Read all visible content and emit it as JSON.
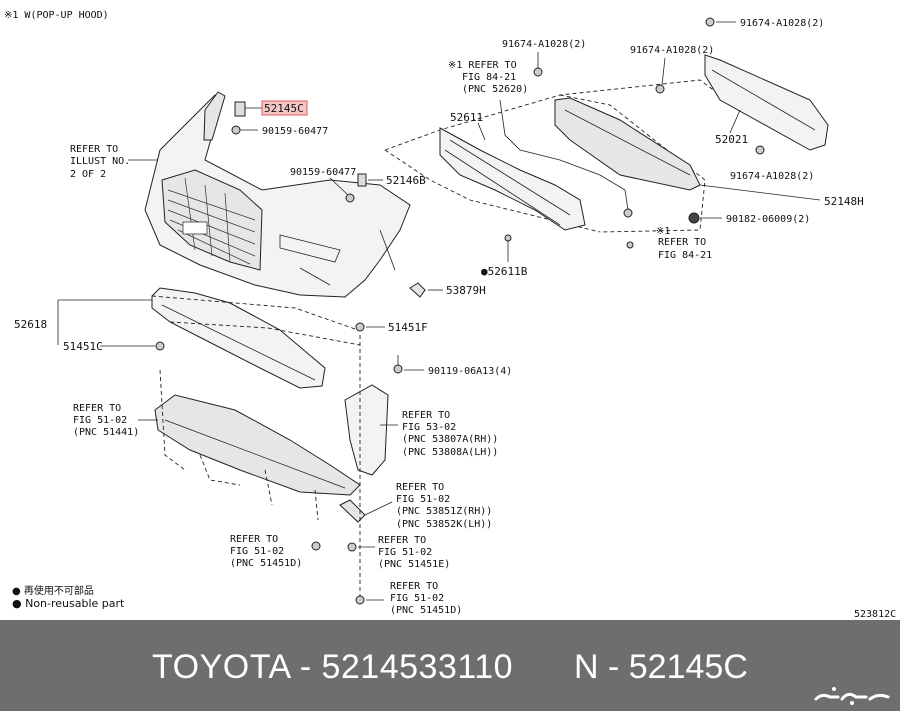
{
  "diagram": {
    "note_top": "※1 W(POP-UP HOOD)",
    "diagram_code": "523812C",
    "legend": {
      "line1": "● 再使用不可部品",
      "line2": "● Non-reusable part"
    },
    "labels": {
      "p91674_top": "91674-A1028(2)",
      "p91674_mid": "91674-A1028(2)",
      "p91674_left": "91674-A1028(2)",
      "p91674_low": "91674-A1028(2)",
      "refer_84_top_1": "※1 REFER TO",
      "refer_84_top_2": "FIG 84-21",
      "refer_84_top_3": "(PNC 52620)",
      "p52021": "52021",
      "p52611": "52611",
      "p52145c": "52145C",
      "p90159_top": "90159-60477",
      "refer_illust_1": "REFER TO",
      "refer_illust_2": "ILLUST NO.",
      "refer_illust_3": "2 OF 2",
      "p90159_mid": "90159-60477",
      "p52146b": "52146B",
      "p52148h": "52148H",
      "p90182": "90182-06009(2)",
      "refer_84_low_1": "※1",
      "refer_84_low_2": "REFER TO",
      "refer_84_low_3": "FIG 84-21",
      "p52611b": "●52611B",
      "p53879h": "53879H",
      "p52618": "52618",
      "p51451f": "51451F",
      "p51451c": "51451C",
      "p90119": "90119-06A13(4)",
      "refer_51441_1": "REFER TO",
      "refer_51441_2": "FIG 51-02",
      "refer_51441_3": "(PNC 51441)",
      "refer_53_1": "REFER TO",
      "refer_53_2": "FIG 53-02",
      "refer_53_3": "(PNC 53807A(RH))",
      "refer_53_4": "(PNC 53808A(LH))",
      "refer_538_1": "REFER TO",
      "refer_538_2": "FIG 51-02",
      "refer_538_3": "(PNC 53851Z(RH))",
      "refer_538_4": "(PNC 53852K(LH))",
      "refer_d1_1": "REFER TO",
      "refer_d1_2": "FIG 51-02",
      "refer_d1_3": "(PNC 51451D)",
      "refer_e_1": "REFER TO",
      "refer_e_2": "FIG 51-02",
      "refer_e_3": "(PNC 51451E)",
      "refer_d2_1": "REFER TO",
      "refer_d2_2": "FIG 51-02",
      "refer_d2_3": "(PNC 51451D)"
    }
  },
  "footer": {
    "title": "TOYOTA - 5214533110",
    "code": "N - 52145C",
    "background_color": "#6e6e6e",
    "text_color": "#ffffff"
  },
  "highlight_color": "#e25b5b"
}
